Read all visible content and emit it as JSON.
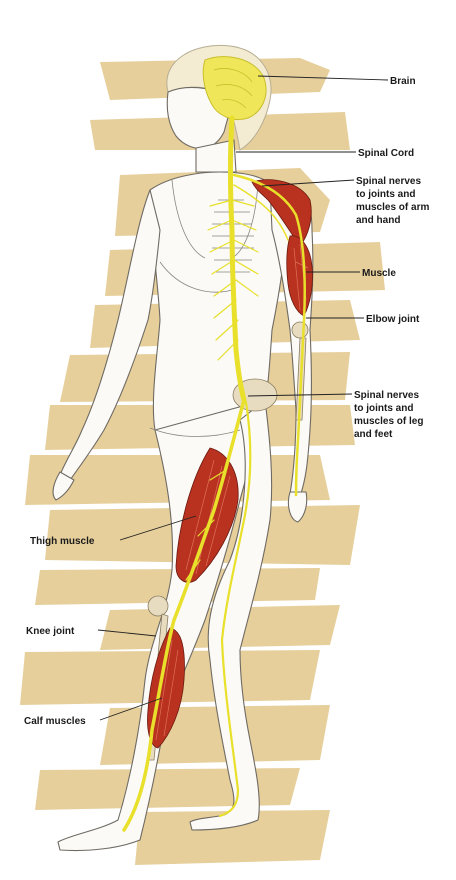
{
  "labels": {
    "brain": "Brain",
    "spinal_cord": "Spinal Cord",
    "spinal_nerves_arm": [
      "Spinal nerves",
      "to joints and",
      "muscles of arm",
      "and hand"
    ],
    "muscle": "Muscle",
    "elbow_joint": "Elbow joint",
    "spinal_nerves_leg": [
      "Spinal nerves",
      "to joints and",
      "muscles of leg",
      "and feet"
    ],
    "thigh_muscle": "Thigh muscle",
    "knee_joint": "Knee joint",
    "calf_muscles": "Calf muscles"
  },
  "colors": {
    "background_wash": "#e6cf9b",
    "nerve": "#e8e02a",
    "muscle": "#b8321f",
    "skin": "#fbfaf7"
  }
}
